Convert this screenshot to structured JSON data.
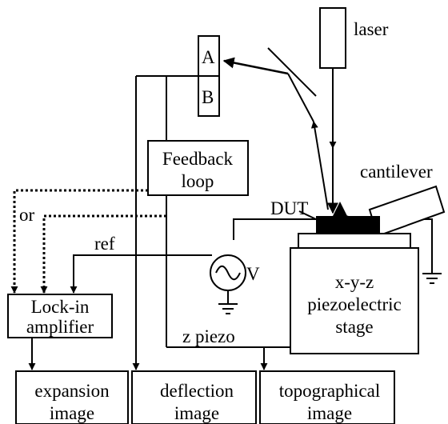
{
  "labels": {
    "laser": "laser",
    "detector_a": "A",
    "detector_b": "B",
    "feedback_loop_line1": "Feedback",
    "feedback_loop_line2": "loop",
    "cantilever": "cantilever",
    "dut": "DUT",
    "or": "or",
    "ref": "ref",
    "voltage": "V",
    "lockin_line1": "Lock-in",
    "lockin_line2": "amplifier",
    "stage_line1": "x-y-z",
    "stage_line2": "piezoelectric",
    "stage_line3": "stage",
    "z_piezo": "z piezo",
    "expansion_line1": "expansion",
    "expansion_line2": "image",
    "deflection_line1": "deflection",
    "deflection_line2": "image",
    "topographical_line1": "topographical",
    "topographical_line2": "image"
  },
  "colors": {
    "stroke": "#000000",
    "background": "#ffffff"
  }
}
